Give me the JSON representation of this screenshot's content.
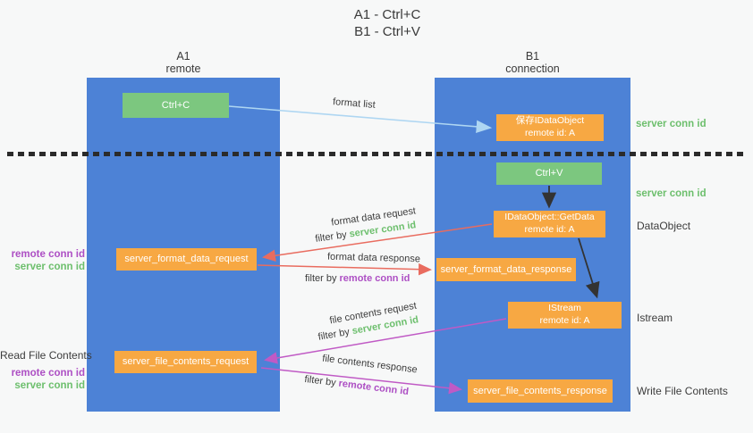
{
  "title": {
    "line1": "A1 - Ctrl+C",
    "line2": "B1 - Ctrl+V"
  },
  "columns": {
    "a1": {
      "name": "A1",
      "subtitle": "remote"
    },
    "b1": {
      "name": "B1",
      "subtitle": "connection"
    }
  },
  "boxes": {
    "ctrl_c": {
      "label": "Ctrl+C"
    },
    "save_dataobject": {
      "line1": "保存IDataObject",
      "line2": "remote id: A"
    },
    "ctrl_v": {
      "label": "Ctrl+V"
    },
    "getdata": {
      "line1": "IDataObject::GetData",
      "line2": "remote id: A"
    },
    "server_format_data_request": {
      "label": "server_format_data_request"
    },
    "server_format_data_response": {
      "label": "server_format_data_response"
    },
    "istream": {
      "line1": "IStream",
      "line2": "remote id: A"
    },
    "server_file_contents_request": {
      "label": "server_file_contents_request"
    },
    "server_file_contents_response": {
      "label": "server_file_contents_response"
    }
  },
  "arrow_labels": {
    "format_list": "format list",
    "format_data_request": "format data request",
    "format_data_request_filter_prefix": "filter by ",
    "format_data_request_filter_key": "server conn id",
    "format_data_response": "format data response",
    "format_data_response_filter_prefix": "filter by ",
    "format_data_response_filter_key": "remote conn id",
    "file_contents_request": "file contents request",
    "file_contents_request_filter_prefix": "filter by ",
    "file_contents_request_filter_key": "server conn id",
    "file_contents_response": "file contents response",
    "file_contents_response_filter_prefix": "filter by ",
    "file_contents_response_filter_key": "remote conn id"
  },
  "side_labels": {
    "right_server_conn_id_top": "server conn id",
    "right_server_conn_id_mid": "server conn id",
    "right_dataobject": "DataObject",
    "right_istream": "Istream",
    "right_write_file_contents": "Write File Contents",
    "left_remote_conn_id_format": "remote conn id",
    "left_server_conn_id_format": "server conn id",
    "left_read_file_contents": "Read File Contents",
    "left_remote_conn_id_file": "remote conn id",
    "left_server_conn_id_file": "server conn id"
  },
  "colors": {
    "background": "#f7f8f8",
    "lifeline_blue": "#4d82d6",
    "box_green": "#7cc77f",
    "box_orange": "#f7a843",
    "arrow_light_blue": "#aed6f2",
    "arrow_red": "#e96c5f",
    "arrow_magenta": "#c05ac5",
    "arrow_black": "#333333",
    "text_green": "#6dbf6d",
    "text_purple": "#ad4fc4",
    "text_dark": "#3c3c3c",
    "divider_black": "#2b2b2b"
  }
}
